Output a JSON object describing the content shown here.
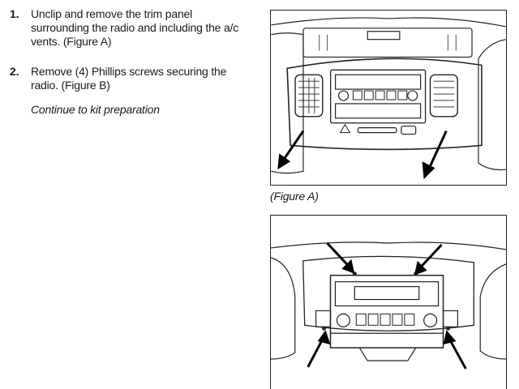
{
  "steps": [
    {
      "number": "1.",
      "text": "Unclip and remove the trim panel surrounding the radio and including the a/c vents.  (Figure A)"
    },
    {
      "number": "2.",
      "text": "Remove (4) Phillips screws securing the radio.  (Figure B)"
    }
  ],
  "continue_text": "Continue to kit preparation",
  "figures": [
    {
      "caption": "(Figure A)",
      "illustration": "dashboard-trim-panel-removal"
    },
    {
      "illustration": "radio-screw-locations"
    }
  ]
}
